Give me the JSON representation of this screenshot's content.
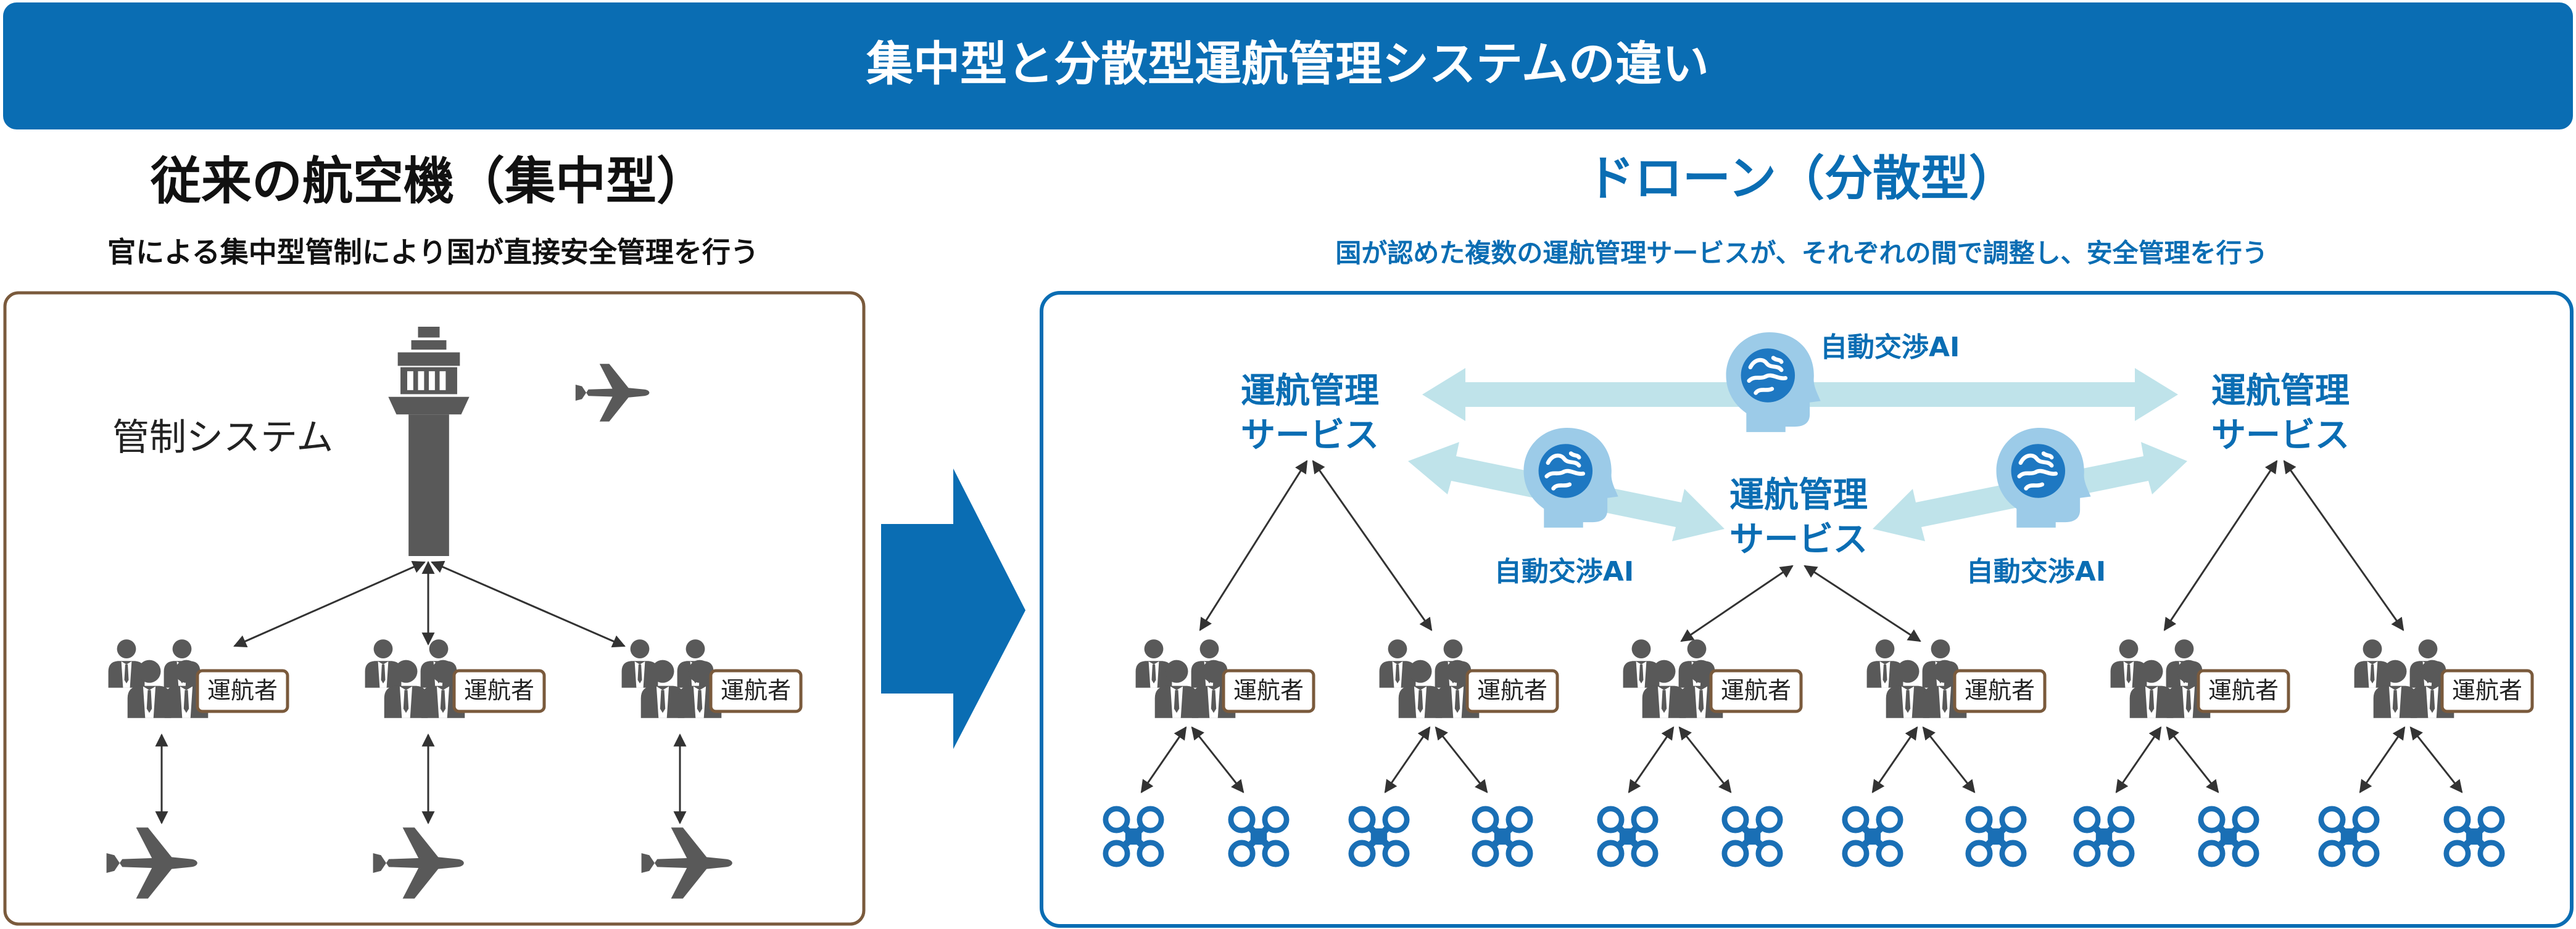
{
  "header": {
    "title": "集中型と分散型運航管理システムの違い"
  },
  "colors": {
    "header_bg": "#0a6db3",
    "blue_text": "#0a6db3",
    "left_border": "#7a5a3c",
    "right_border": "#0a6db3",
    "icon_gray": "#595959",
    "drone": "#1a6fb5",
    "band": "#bfe3ea",
    "ai_head": "#9ccbe8",
    "ai_brain": "#1e78c2"
  },
  "left": {
    "heading": "従来の航空機（集中型）",
    "subheading": "官による集中型管制により国が直接安全管理を行う",
    "control_label": "管制システム",
    "operator_labels": [
      "運航者",
      "運航者",
      "運航者"
    ]
  },
  "right": {
    "heading": "ドローン（分散型）",
    "subheading": "国が認めた複数の運航管理サービスが、それぞれの間で調整し、安全管理を行う",
    "services": [
      {
        "line1": "運航管理",
        "line2": "サービス"
      },
      {
        "line1": "運航管理",
        "line2": "サービス"
      },
      {
        "line1": "運航管理",
        "line2": "サービス"
      }
    ],
    "ai_labels": [
      "自動交渉AI",
      "自動交渉AI",
      "自動交渉AI"
    ],
    "operator_labels": [
      "運航者",
      "運航者",
      "運航者",
      "運航者",
      "運航者",
      "運航者"
    ]
  }
}
